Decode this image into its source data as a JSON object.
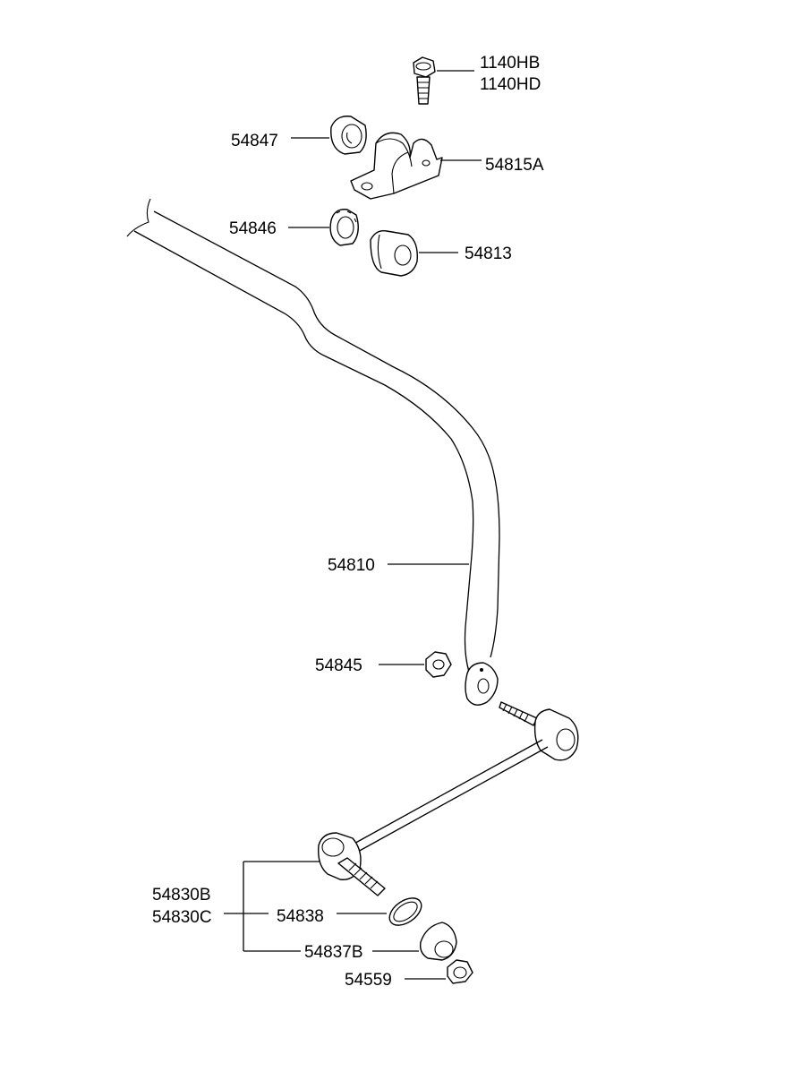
{
  "parts": {
    "p1140HB": "1140HB",
    "p1140HD": "1140HD",
    "p54847": "54847",
    "p54815A": "54815A",
    "p54846": "54846",
    "p54813": "54813",
    "p54810": "54810",
    "p54845": "54845",
    "p54830B": "54830B",
    "p54830C": "54830C",
    "p54838": "54838",
    "p54837B": "54837B",
    "p54559": "54559"
  },
  "colors": {
    "line": "#000000",
    "background": "#ffffff"
  }
}
